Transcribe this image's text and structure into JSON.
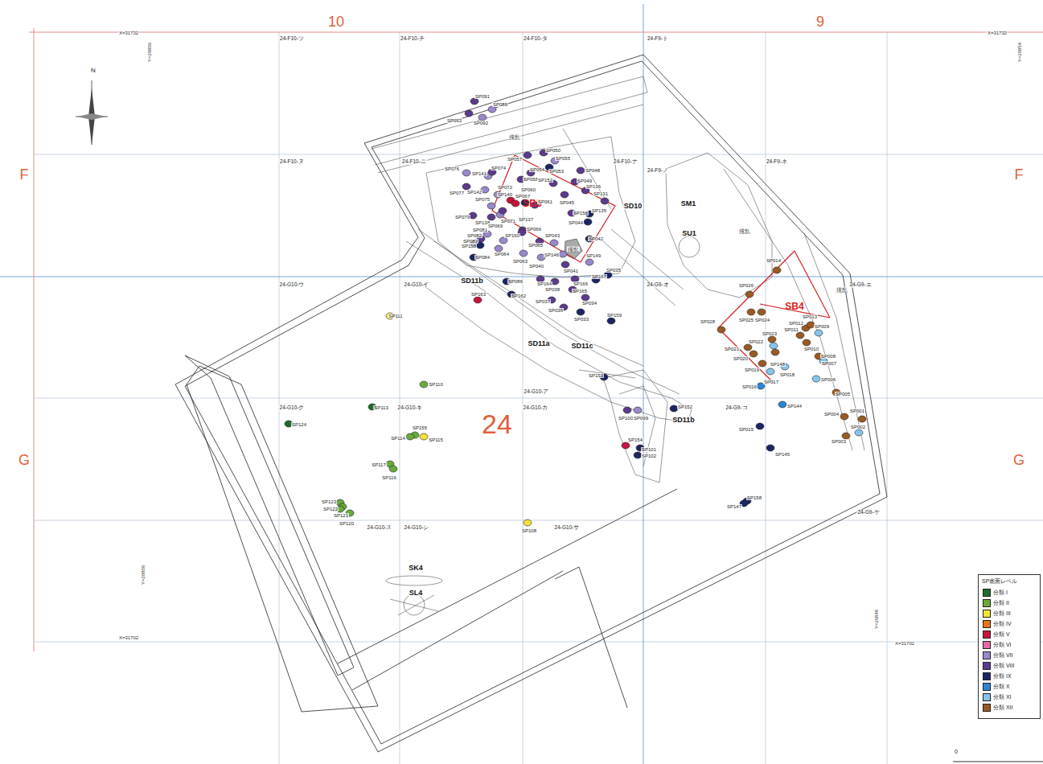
{
  "diagram": {
    "labels": [
      "10",
      "9",
      "F",
      "F",
      "G",
      "G",
      "24",
      "X=31732",
      "X=31732",
      "Y=26806",
      "Y=26854",
      "Y=26806",
      "Y=26848",
      "X=31702",
      "X=31702",
      "N",
      "24-F10-ツ",
      "24-F10-チ",
      "24-F10-タ",
      "24-F9-ト",
      "24-F10-ヌ",
      "24-F10-ニ",
      "24-F10-ナ",
      "24-F9-ノ",
      "24-F9-ネ",
      "24-G10-ウ",
      "24-G10-イ",
      "24-G9-オ",
      "24-G9-エ",
      "24-G10-ア",
      "24-G10-ク",
      "24-G10-キ",
      "24-G10-カ",
      "24-G9-コ",
      "24-G10-ス",
      "24-G10-シ",
      "24-G10-サ",
      "24-G9-ケ",
      "SB5",
      "SB4",
      "SD10",
      "SM1",
      "SU1",
      "SD11b",
      "SD11a",
      "SD11c",
      "SD11b",
      "SK4",
      "SL4",
      "撹乱",
      "撹乱",
      "撹乱",
      "撹乱",
      "0",
      "SP底面レベル",
      "SP091",
      "SP089",
      "SP093",
      "SP092",
      "SP050",
      "SP055",
      "SP057",
      "SP054",
      "SP053",
      "SP048",
      "SP049",
      "SP076",
      "SP141",
      "SP074",
      "SP058",
      "SP152",
      "SP077",
      "SP142",
      "SP072",
      "SP140",
      "SP060",
      "SP067",
      "SP061",
      "SP136",
      "SP131",
      "SP135",
      "SP075",
      "SP079",
      "SP138",
      "SP081",
      "SP082",
      "SP083",
      "SP158",
      "SP084",
      "SP069",
      "SP071",
      "SP137",
      "SP066",
      "SP160",
      "SP064",
      "SP063",
      "SP043",
      "SP065",
      "SP044",
      "SP156",
      "SP045",
      "SP042",
      "SP146",
      "SP149",
      "SP041",
      "SP040",
      "SP035",
      "SP086",
      "SP162",
      "SP164",
      "SP038",
      "SP166",
      "SP165",
      "SP167",
      "SP037",
      "SP034",
      "SP036",
      "SP033",
      "SP159",
      "SP163",
      "SP111",
      "SP110",
      "SP113",
      "SP124",
      "SP155",
      "SP114",
      "SP115",
      "SP117",
      "SP116",
      "SP123",
      "SP122",
      "SP121",
      "SP120",
      "SP108",
      "SP153",
      "SP100",
      "SP099",
      "SP152",
      "SP154",
      "SP101",
      "SP102",
      "SP158",
      "SP147",
      "SP145",
      "SP015",
      "SP144",
      "SP005",
      "SP004",
      "SP001",
      "SP002",
      "SP003",
      "SP006",
      "SP007",
      "SP008",
      "SP009",
      "SP010",
      "SP011",
      "SP012",
      "SP013",
      "SP014",
      "SP026",
      "SP025",
      "SP024",
      "SP028",
      "SP023",
      "SP022",
      "SP021",
      "SP020",
      "SP019",
      "SP018",
      "SP017",
      "SP016",
      "SP148"
    ],
    "legend": [
      {
        "text": "分類 I",
        "color": "#1e6b2e"
      },
      {
        "text": "分類 II",
        "color": "#6aaa3a"
      },
      {
        "text": "分類 III",
        "color": "#f2e33a"
      },
      {
        "text": "分類 IV",
        "color": "#e8741e"
      },
      {
        "text": "分類 V",
        "color": "#c8143c"
      },
      {
        "text": "分類 VI",
        "color": "#e46aa6"
      },
      {
        "text": "分類 VII",
        "color": "#9a88cc"
      },
      {
        "text": "分類 VIII",
        "color": "#5c3a8c"
      },
      {
        "text": "分類 IX",
        "color": "#1c2462"
      },
      {
        "text": "分類 X",
        "color": "#2a86d4"
      },
      {
        "text": "分類 XI",
        "color": "#86c4ea"
      },
      {
        "text": "分類 XII",
        "color": "#9a5a22"
      }
    ]
  }
}
